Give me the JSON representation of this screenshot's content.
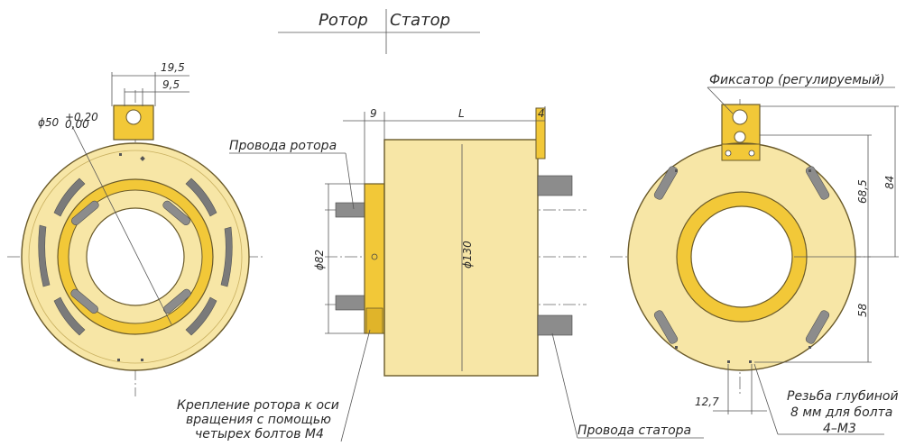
{
  "header": {
    "rotor": "Ротор",
    "stator": "Статор"
  },
  "labels": {
    "rotor_wires": "Провода ротора",
    "stator_wires": "Провода статора",
    "fixator": "Фиксатор (регулируемый)",
    "mount_line1": "Крепление ротора к оси",
    "mount_line2": "вращения с помощью",
    "mount_line3": "четырех болтов М4",
    "thread_line1": "Резьба глубиной",
    "thread_line2": "8 мм для болта",
    "thread_line3": "4–М3"
  },
  "dimensions": {
    "d50": "ϕ50",
    "d50_tol_upper": "+0,20",
    "d50_tol_lower": "0,00",
    "w19_5": "19,5",
    "w9_5": "9,5",
    "d9": "9",
    "dL": "L",
    "d4": "4",
    "d82": "ϕ82",
    "d130": "ϕ130",
    "d84": "84",
    "d68_5": "68,5",
    "d58": "58",
    "d12_7": "12,7"
  },
  "colors": {
    "body": "#f7e6a6",
    "ring": "#f2c838",
    "slot": "#7a7a7a",
    "tab": "#f2c838",
    "wire": "#8c8c8c"
  }
}
